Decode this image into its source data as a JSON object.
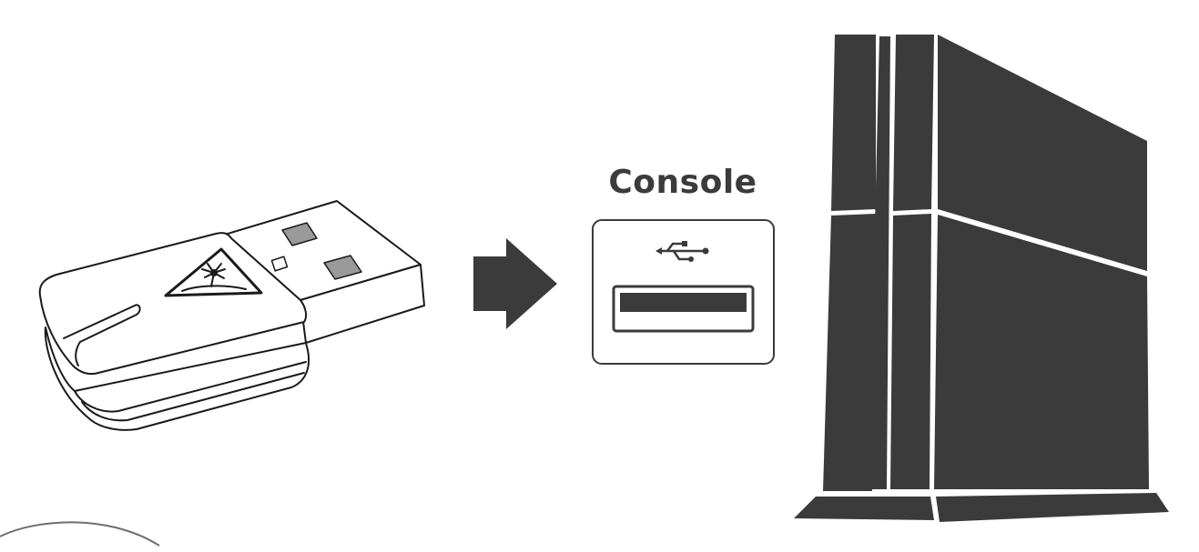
{
  "port_panel": {
    "label": "Console",
    "icon": "usb-icon"
  },
  "devices": {
    "dongle": "usb-wireless-transmitter",
    "console": "game-console"
  },
  "arrow": "right-arrow-icon",
  "colors": {
    "fill": "#3b3b3b",
    "line": "#1a1a1a",
    "port_slot": "#3b3b3b",
    "background": "#ffffff"
  }
}
